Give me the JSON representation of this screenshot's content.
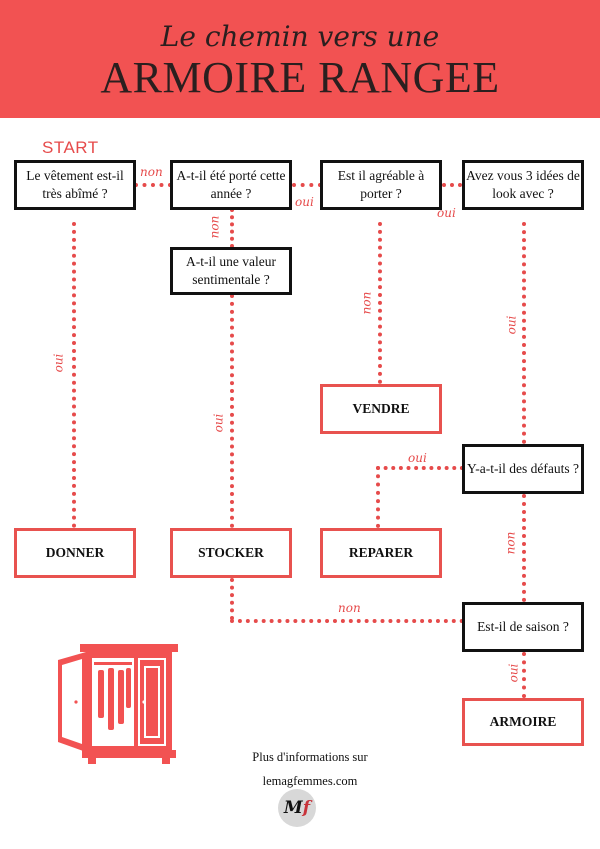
{
  "header": {
    "subtitle": "Le chemin vers une",
    "title": "ARMOIRE RANGEE"
  },
  "start_label": "START",
  "questions": {
    "q1": "Le vêtement est-il très abîmé ?",
    "q2": "A-t-il été porté cette année ?",
    "q3": "Est il agréable à porter ?",
    "q4": "Avez vous 3 idées de look avec ?",
    "q5": "A-t-il une valeur sentimentale ?",
    "q6": "Y-a-t-il des défauts ?",
    "q7": "Est-il de saison ?"
  },
  "outcomes": {
    "vendre": "VENDRE",
    "donner": "DONNER",
    "stocker": "STOCKER",
    "reparer": "REPARER",
    "armoire": "ARMOIRE"
  },
  "edge_labels": {
    "q1_q2": "non",
    "q2_q3": "oui",
    "q3_q4": "oui",
    "q2_q5": "non",
    "q1_donner": "oui",
    "q5_stocker": "oui",
    "q3_vendre": "non",
    "q4_q6": "oui",
    "q6_reparer": "oui",
    "q6_q7": "non",
    "stocker_q7": "non",
    "q7_armoire": "oui"
  },
  "footer": {
    "line1": "Plus d'informations sur",
    "line2": "lemagfemmes.com"
  },
  "logo": {
    "m": "M",
    "f": "f"
  },
  "colors": {
    "accent": "#f25252",
    "line": "#e64b4b",
    "text": "#111111",
    "title": "#2a1f1f"
  }
}
